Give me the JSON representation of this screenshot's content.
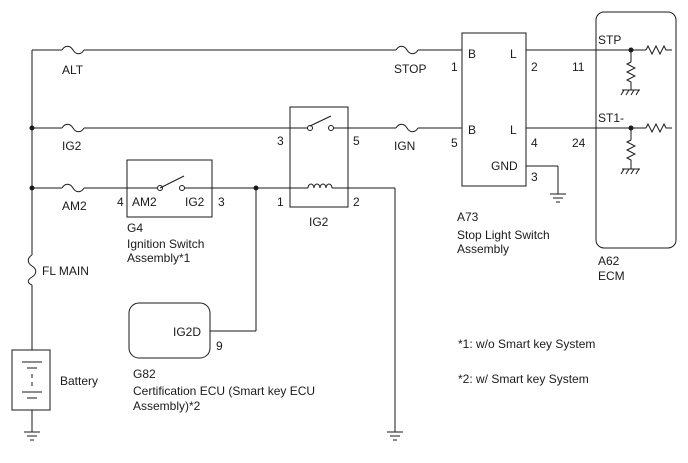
{
  "fuses": {
    "alt": "ALT",
    "stop": "STOP",
    "ig2": "IG2",
    "ign": "IGN",
    "am2": "AM2",
    "fl_main": "FL MAIN"
  },
  "battery": {
    "label": "Battery"
  },
  "ignition_switch": {
    "code": "G4",
    "name_line1": "Ignition Switch",
    "name_line2": "Assembly*1",
    "pin_in_label": "AM2",
    "pin_out_label": "IG2",
    "pin_in_num": "4",
    "pin_out_num": "3"
  },
  "ig2_relay": {
    "label": "IG2",
    "pin_3": "3",
    "pin_5": "5",
    "pin_1": "1",
    "pin_2": "2"
  },
  "stop_light_switch": {
    "code": "A73",
    "name_line1": "Stop Light Switch",
    "name_line2": "Assembly",
    "pin_b1_label": "B",
    "pin_l1_label": "L",
    "pin_b2_label": "B",
    "pin_l2_label": "L",
    "gnd_label": "GND",
    "pin_1": "1",
    "pin_2": "2",
    "pin_5": "5",
    "pin_4": "4",
    "pin_3": "3"
  },
  "ecm": {
    "code": "A62",
    "name": "ECM",
    "stp_label": "STP",
    "st1_label": "ST1-",
    "pin_11": "11",
    "pin_24": "24"
  },
  "certification_ecu": {
    "code": "G82",
    "name_line1": "Certification ECU (Smart key ECU",
    "name_line2": "Assembly)*2",
    "pin_label": "IG2D",
    "pin_num": "9"
  },
  "notes": {
    "note1": "*1: w/o Smart key System",
    "note2": "*2: w/ Smart key System"
  }
}
